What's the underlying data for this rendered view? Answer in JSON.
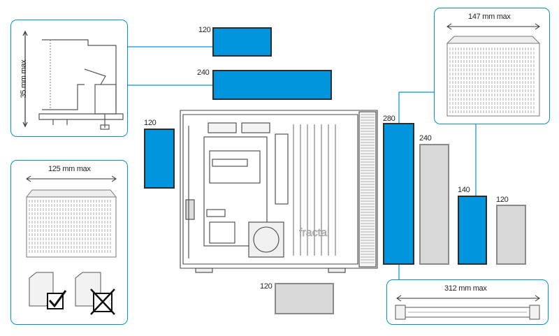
{
  "clearances": {
    "top_offset": "35 mm max",
    "front_width": "125 mm max",
    "front_top_width": "147 mm max",
    "gpu_length": "312 mm max"
  },
  "radiators": {
    "top_120": "120",
    "top_240": "240",
    "rear_120": "120",
    "front_280": "280",
    "front_240": "240",
    "front_140": "140",
    "front_120": "120",
    "bottom_120": "120"
  },
  "case": {
    "brand_logo": "fractal"
  },
  "colors": {
    "supported_blue": "#0095dc",
    "optional_gray": "#d9d9d9",
    "callout_line": "#0094d4"
  },
  "icons": {
    "fit_ok": "check-mark-icon",
    "fit_blocked": "cross-mark-icon"
  }
}
